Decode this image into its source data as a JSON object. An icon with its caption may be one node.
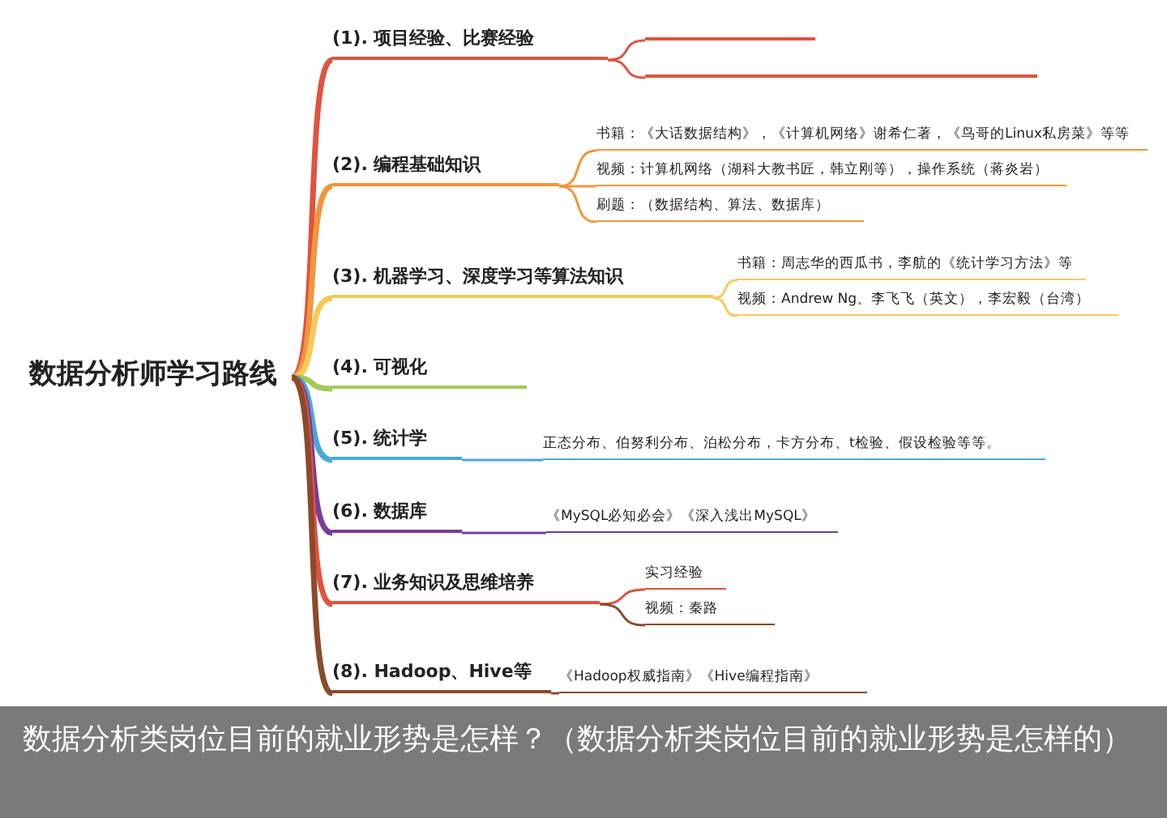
{
  "diagram": {
    "caption": "数据分析类岗位目前的就业形势是怎样？（数据分析类岗位目前的就业形势是怎样的）",
    "nodes": [
      {
        "text": [
          "数据分析师学习路线"
        ]
      },
      {
        "text": [
          "(1). 项目经验、比赛经验"
        ]
      },
      {
        "text": [],
        "shape": "bar"
      },
      {
        "text": [],
        "shape": "bar"
      },
      {
        "text": [
          "(2). 编程基础知识"
        ]
      },
      {
        "text": [
          "书籍：《大话数据结构》，《计算机网络》谢希仁著，《鸟哥的Linux私房菜》等等"
        ]
      },
      {
        "text": [
          "视频：计算机网络（湖科大教书匠，韩立刚等），操作系统（蒋炎岩）"
        ]
      },
      {
        "text": [
          "刷题：（数据结构、算法、数据库）"
        ]
      },
      {
        "text": [
          "(3). 机器学习、深度学习等算法知识"
        ]
      },
      {
        "text": [
          "书籍：周志华的西瓜书，李航的《统计学习方法》等"
        ]
      },
      {
        "text": [
          "视频：Andrew Ng、李飞飞（英文），李宏毅（台湾）"
        ]
      },
      {
        "text": [
          "(4). 可视化"
        ]
      },
      {
        "text": [
          "(5). 统计学"
        ]
      },
      {
        "text": [
          "正态分布、伯努利分布、泊松分布，卡方分布、t检验、假设检验等等。"
        ]
      },
      {
        "text": [
          "(6). 数据库"
        ]
      },
      {
        "text": [
          "《MySQL必知必会》《深入浅出MySQL》"
        ]
      },
      {
        "text": [
          "(7). 业务知识及思维培养"
        ]
      },
      {
        "text": [
          "实习经验"
        ]
      },
      {
        "text": [
          "视频：秦路"
        ]
      },
      {
        "text": [
          "(8). Hadoop、Hive等"
        ]
      },
      {
        "text": [
          "《Hadoop权威指南》《Hive编程指南》"
        ]
      }
    ],
    "edges": [
      {
        "from": 0,
        "to": 1,
        "arrow": "none",
        "style": "thick",
        "color": "#e0533f"
      },
      {
        "from": 1,
        "to": 2,
        "arrow": "none",
        "color": "#e0533f"
      },
      {
        "from": 1,
        "to": 3,
        "arrow": "none",
        "color": "#e0533f"
      },
      {
        "from": 0,
        "to": 4,
        "arrow": "none",
        "style": "thick",
        "color": "#f0963c"
      },
      {
        "from": 4,
        "to": 5,
        "arrow": "none",
        "color": "#f0963c"
      },
      {
        "from": 4,
        "to": 6,
        "arrow": "none",
        "color": "#f0963c"
      },
      {
        "from": 4,
        "to": 7,
        "arrow": "none",
        "color": "#f0963c"
      },
      {
        "from": 0,
        "to": 8,
        "arrow": "none",
        "style": "thick",
        "color": "#f7c95a"
      },
      {
        "from": 8,
        "to": 9,
        "arrow": "none",
        "color": "#f7c95a"
      },
      {
        "from": 8,
        "to": 10,
        "arrow": "none",
        "color": "#f7c95a"
      },
      {
        "from": 0,
        "to": 11,
        "arrow": "none",
        "style": "thick",
        "color": "#a3c955"
      },
      {
        "from": 0,
        "to": 12,
        "arrow": "none",
        "style": "thick",
        "color": "#4aa8d8"
      },
      {
        "from": 12,
        "to": 13,
        "arrow": "none",
        "color": "#4aa8d8"
      },
      {
        "from": 0,
        "to": 14,
        "arrow": "none",
        "style": "thick",
        "color": "#7b3a9a"
      },
      {
        "from": 14,
        "to": 15,
        "arrow": "none",
        "color": "#7b3a9a"
      },
      {
        "from": 0,
        "to": 16,
        "arrow": "none",
        "style": "thick",
        "color": "#e0533f"
      },
      {
        "from": 16,
        "to": 17,
        "arrow": "none",
        "color": "#e0533f"
      },
      {
        "from": 16,
        "to": 18,
        "arrow": "none",
        "color": "#8b4a2b"
      },
      {
        "from": 0,
        "to": 19,
        "arrow": "none",
        "style": "thick",
        "color": "#8b4a2b"
      },
      {
        "from": 19,
        "to": 20,
        "arrow": "none",
        "color": "#8b4a2b"
      }
    ]
  }
}
